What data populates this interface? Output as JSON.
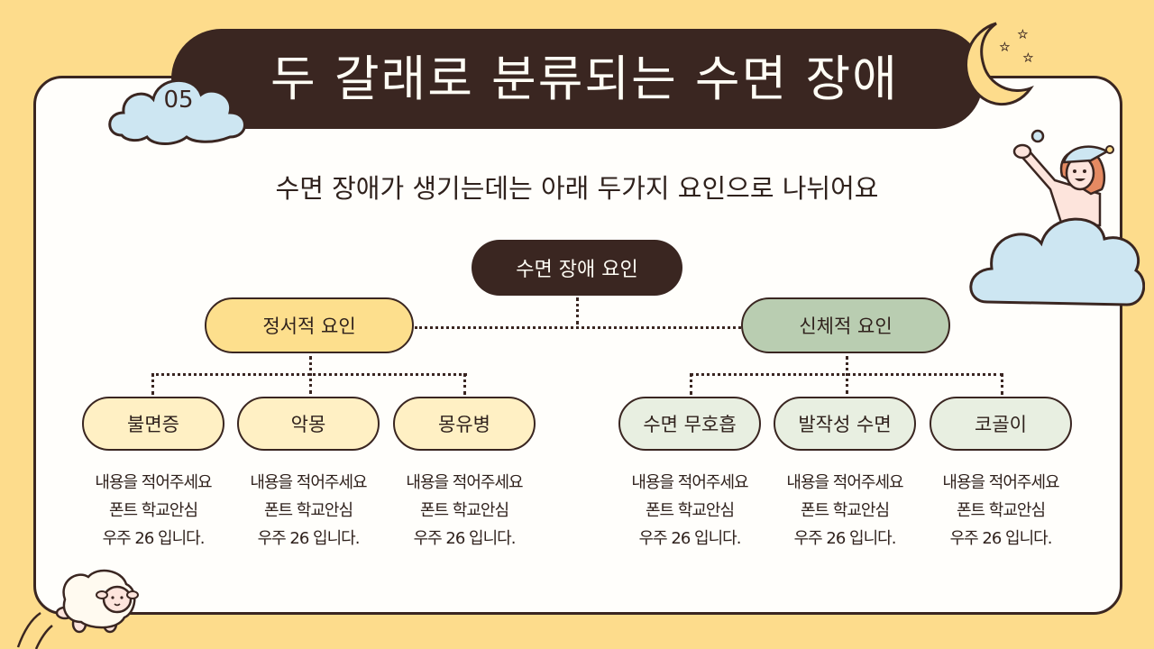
{
  "slide": {
    "number": "05",
    "title": "두 갈래로 분류되는 수면 장애",
    "subtitle": "수면 장애가 생기는데는 아래 두가지 요인으로 나뉘어요"
  },
  "diagram": {
    "root": "수면 장애 요인",
    "categories": [
      {
        "label": "정서적 요인",
        "color": "#fddf8d",
        "children": [
          {
            "label": "불면증",
            "desc": [
              "내용을 적어주세요",
              "폰트 학교안심",
              "우주 26 입니다."
            ]
          },
          {
            "label": "악몽",
            "desc": [
              "내용을 적어주세요",
              "폰트 학교안심",
              "우주 26 입니다."
            ]
          },
          {
            "label": "몽유병",
            "desc": [
              "내용을 적어주세요",
              "폰트 학교안심",
              "우주 26 입니다."
            ]
          }
        ]
      },
      {
        "label": "신체적 요인",
        "color": "#b9cdb1",
        "children": [
          {
            "label": "수면 무호흡",
            "desc": [
              "내용을 적어주세요",
              "폰트 학교안심",
              "우주 26 입니다."
            ]
          },
          {
            "label": "발작성 수면",
            "desc": [
              "내용을 적어주세요",
              "폰트 학교안심",
              "우주 26 입니다."
            ]
          },
          {
            "label": "코골이",
            "desc": [
              "내용을 적어주세요",
              "폰트 학교안심",
              "우주 26 입니다."
            ]
          }
        ]
      }
    ]
  },
  "decorations": [
    "moon-icon",
    "stars-icon",
    "girl-on-cloud-illustration",
    "sheep-illustration",
    "number-cloud-icon"
  ],
  "colors": {
    "background": "#fddc8c",
    "dark": "#3a2621",
    "card": "#fffefb",
    "cloud": "#cde6f2",
    "emotional": "#fddf8d",
    "physical": "#b9cdb1"
  }
}
